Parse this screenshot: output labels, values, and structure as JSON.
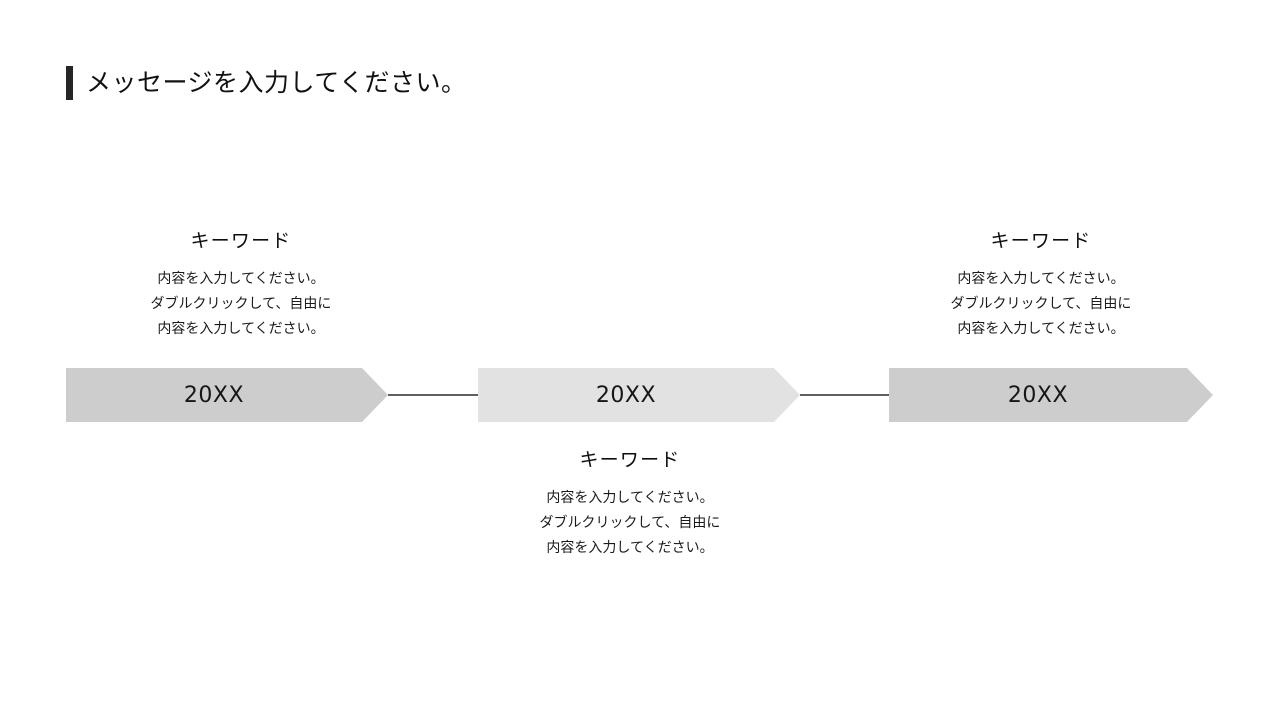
{
  "slide": {
    "title": "メッセージを入力してください。",
    "accent_color": "#262626",
    "background_color": "#ffffff"
  },
  "timeline": {
    "connector_color": "#5f5f5f",
    "milestones": [
      {
        "year_label": "20XX",
        "fill_color": "#cdcdcd",
        "heading": "キーワード",
        "body_lines": [
          "内容を入力してください。",
          "ダブルクリックして、自由に",
          "内容を入力してください。"
        ]
      },
      {
        "year_label": "20XX",
        "fill_color": "#e2e2e2",
        "heading": "キーワード",
        "body_lines": [
          "内容を入力してください。",
          "ダブルクリックして、自由に",
          "内容を入力してください。"
        ]
      },
      {
        "year_label": "20XX",
        "fill_color": "#cdcdcd",
        "heading": "キーワード",
        "body_lines": [
          "内容を入力してください。",
          "ダブルクリックして、自由に",
          "内容を入力してください。"
        ]
      }
    ]
  }
}
